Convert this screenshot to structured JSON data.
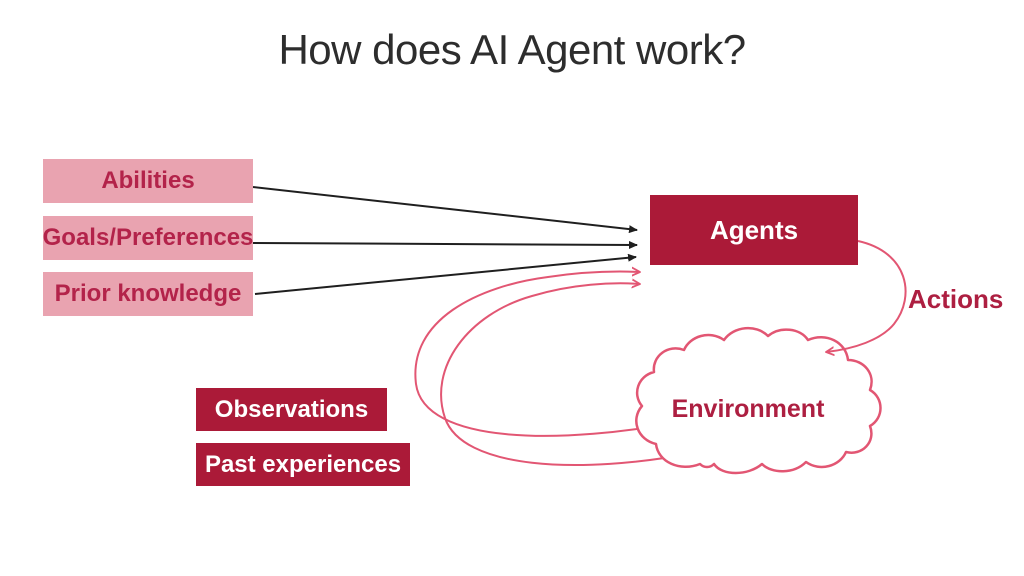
{
  "title": "How does AI Agent work?",
  "nodes": {
    "inputs": [
      {
        "label": "Abilities"
      },
      {
        "label": "Goals/Preferences"
      },
      {
        "label": "Prior knowledge"
      }
    ],
    "agent": {
      "label": "Agents"
    },
    "environment": {
      "label": "Environment"
    },
    "memory": [
      {
        "label": "Observations"
      },
      {
        "label": "Past experiences"
      }
    ]
  },
  "edge_labels": {
    "actions": "Actions"
  },
  "edges": [
    {
      "from": "Abilities",
      "to": "Agents",
      "style": "black-arrow"
    },
    {
      "from": "Goals/Preferences",
      "to": "Agents",
      "style": "black-arrow"
    },
    {
      "from": "Prior knowledge",
      "to": "Agents",
      "style": "black-arrow"
    },
    {
      "from": "Agents",
      "to": "Environment",
      "label": "Actions",
      "style": "red-curve"
    },
    {
      "from": "Environment",
      "to": "Agents",
      "via": "Observations",
      "style": "red-loop"
    },
    {
      "from": "Environment",
      "to": "Agents",
      "via": "Past experiences",
      "style": "red-loop"
    }
  ],
  "colors": {
    "dark_red_box": "#ab1a38",
    "pink_box": "#e9a3b0",
    "pink_box_text": "#b3234a",
    "red_label_text": "#ad1f41",
    "curve_red": "#e25673",
    "arrow_black": "#1f1f1f",
    "title_text": "#2d2d2d",
    "background": "#ffffff"
  }
}
